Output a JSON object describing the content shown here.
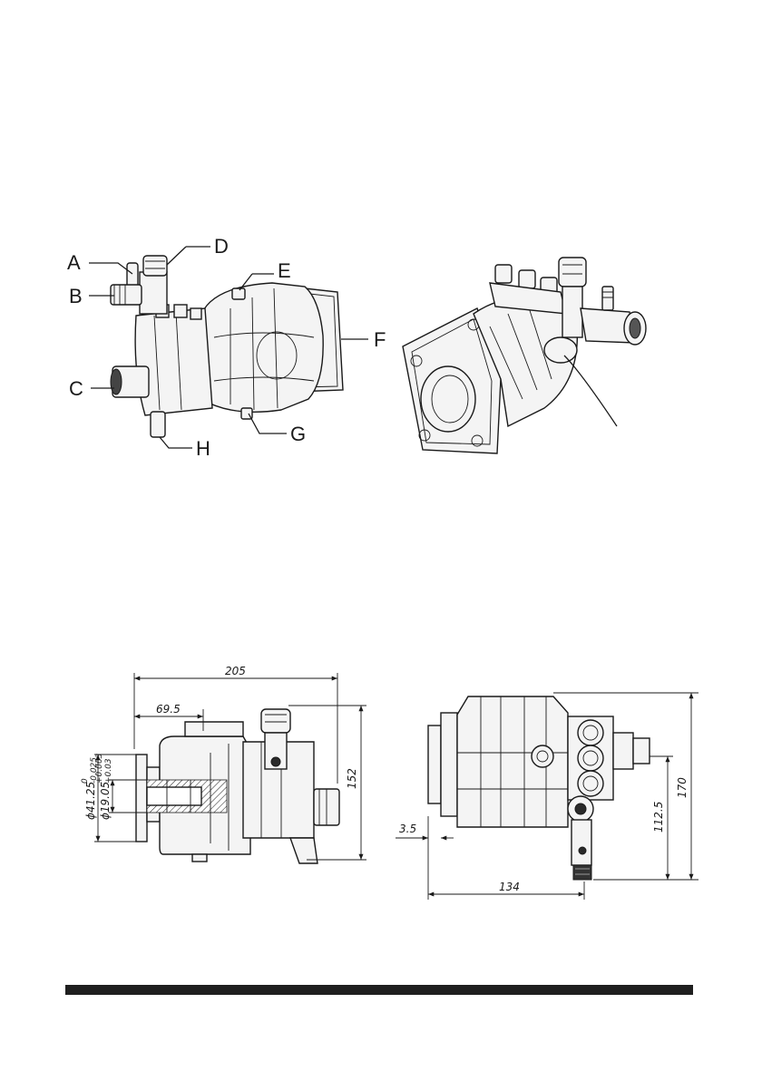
{
  "callouts": {
    "A": "A",
    "B": "B",
    "C": "C",
    "D": "D",
    "E": "E",
    "F": "F",
    "G": "G",
    "H": "H"
  },
  "side_view_dimensions": {
    "overall_length": "205",
    "flange_offset": "69.5",
    "height": "152",
    "shaft_bore": "ϕ41.25",
    "shaft_bore_tol_upper": "0",
    "shaft_bore_tol_lower": "-0.025",
    "shaft_diameter": "ϕ19.05",
    "shaft_tol_upper": "+0.063",
    "shaft_tol_lower": "+0.03"
  },
  "rear_view_dimensions": {
    "width": "134",
    "flange_thickness": "3.5",
    "outlet_height": "112.5",
    "overall_height": "170"
  },
  "colors": {
    "ink": "#1a1a1a",
    "rule": "#1f1f1f"
  }
}
